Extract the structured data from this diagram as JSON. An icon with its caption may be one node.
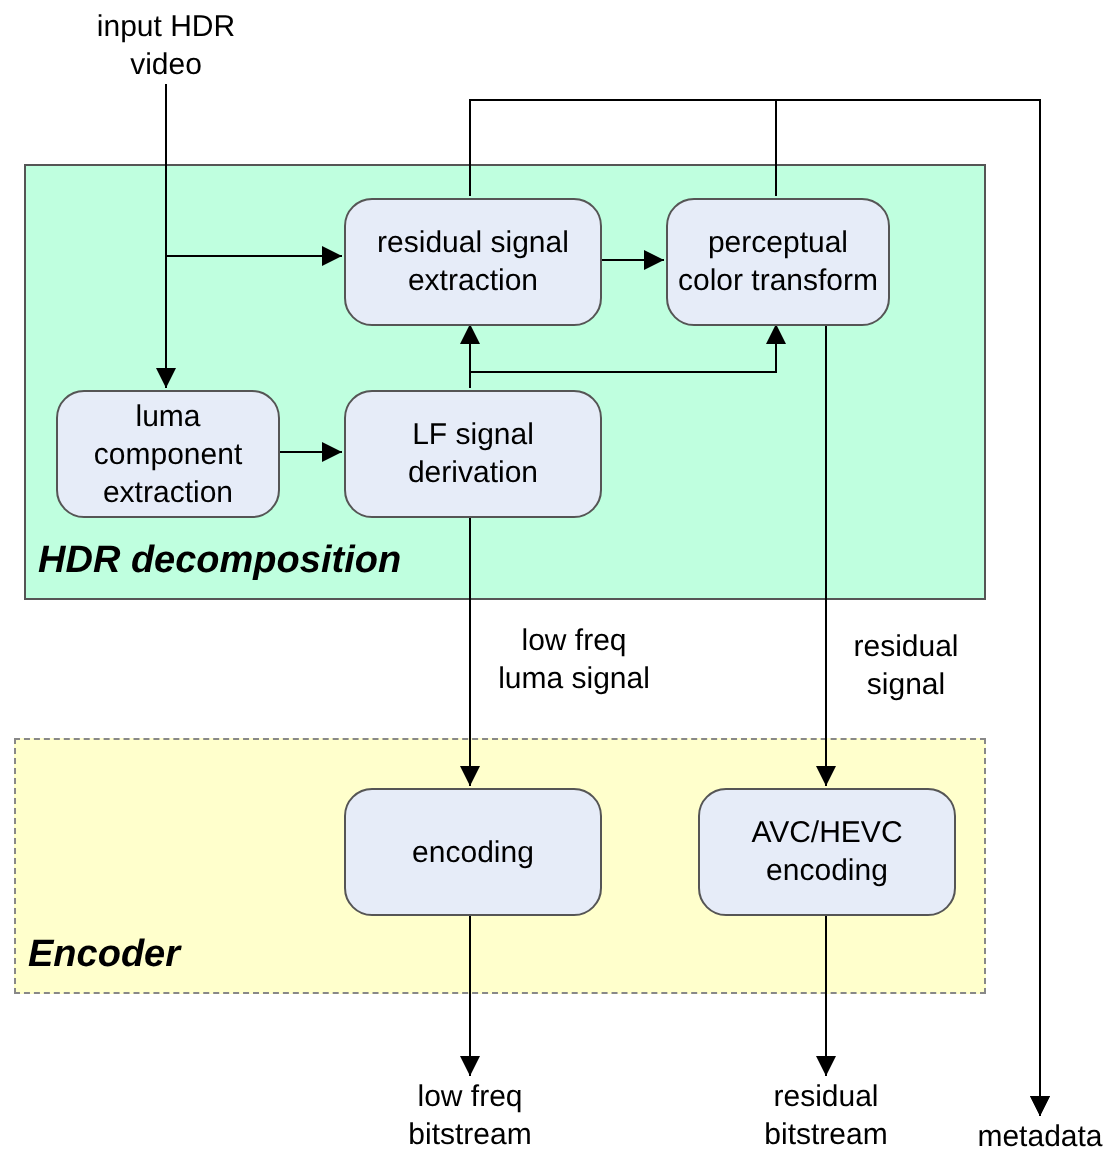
{
  "diagram": {
    "nodes": [
      {
        "text": [
          "input HDR video"
        ]
      },
      {
        "text": [
          "HDR decomposition"
        ]
      },
      {
        "text": [
          "residual signal extraction"
        ],
        "in": 1
      },
      {
        "text": [
          "perceptual color transform"
        ],
        "in": 1
      },
      {
        "text": [
          "luma component extraction"
        ],
        "in": 1
      },
      {
        "text": [
          "LF signal derivation"
        ],
        "in": 1
      },
      {
        "text": [
          "Encoder"
        ]
      },
      {
        "text": [
          "encoding"
        ],
        "in": 6
      },
      {
        "text": [
          "AVC/HEVC encoding"
        ],
        "in": 6
      },
      {
        "text": [
          "low freq bitstream"
        ]
      },
      {
        "text": [
          "residual bitstream"
        ]
      },
      {
        "text": [
          "metadata"
        ]
      }
    ],
    "edges": [
      {
        "from": 0,
        "to": 4,
        "arrow": "to"
      },
      {
        "from": 0,
        "to": 2,
        "arrow": "to"
      },
      {
        "from": 4,
        "to": 5,
        "arrow": "to"
      },
      {
        "from": 5,
        "to": 2,
        "arrow": "to"
      },
      {
        "from": 5,
        "to": 3,
        "arrow": "to"
      },
      {
        "from": 2,
        "to": 3,
        "arrow": "to"
      },
      {
        "from": 2,
        "to": 11,
        "arrow": "to"
      },
      {
        "from": 3,
        "to": 11,
        "arrow": "to"
      },
      {
        "from": 5,
        "to": 7,
        "arrow": "to",
        "label": "low freq luma signal"
      },
      {
        "from": 3,
        "to": 8,
        "arrow": "to",
        "label": "residual signal"
      },
      {
        "from": 7,
        "to": 9,
        "arrow": "to"
      },
      {
        "from": 8,
        "to": 10,
        "arrow": "to"
      }
    ]
  }
}
